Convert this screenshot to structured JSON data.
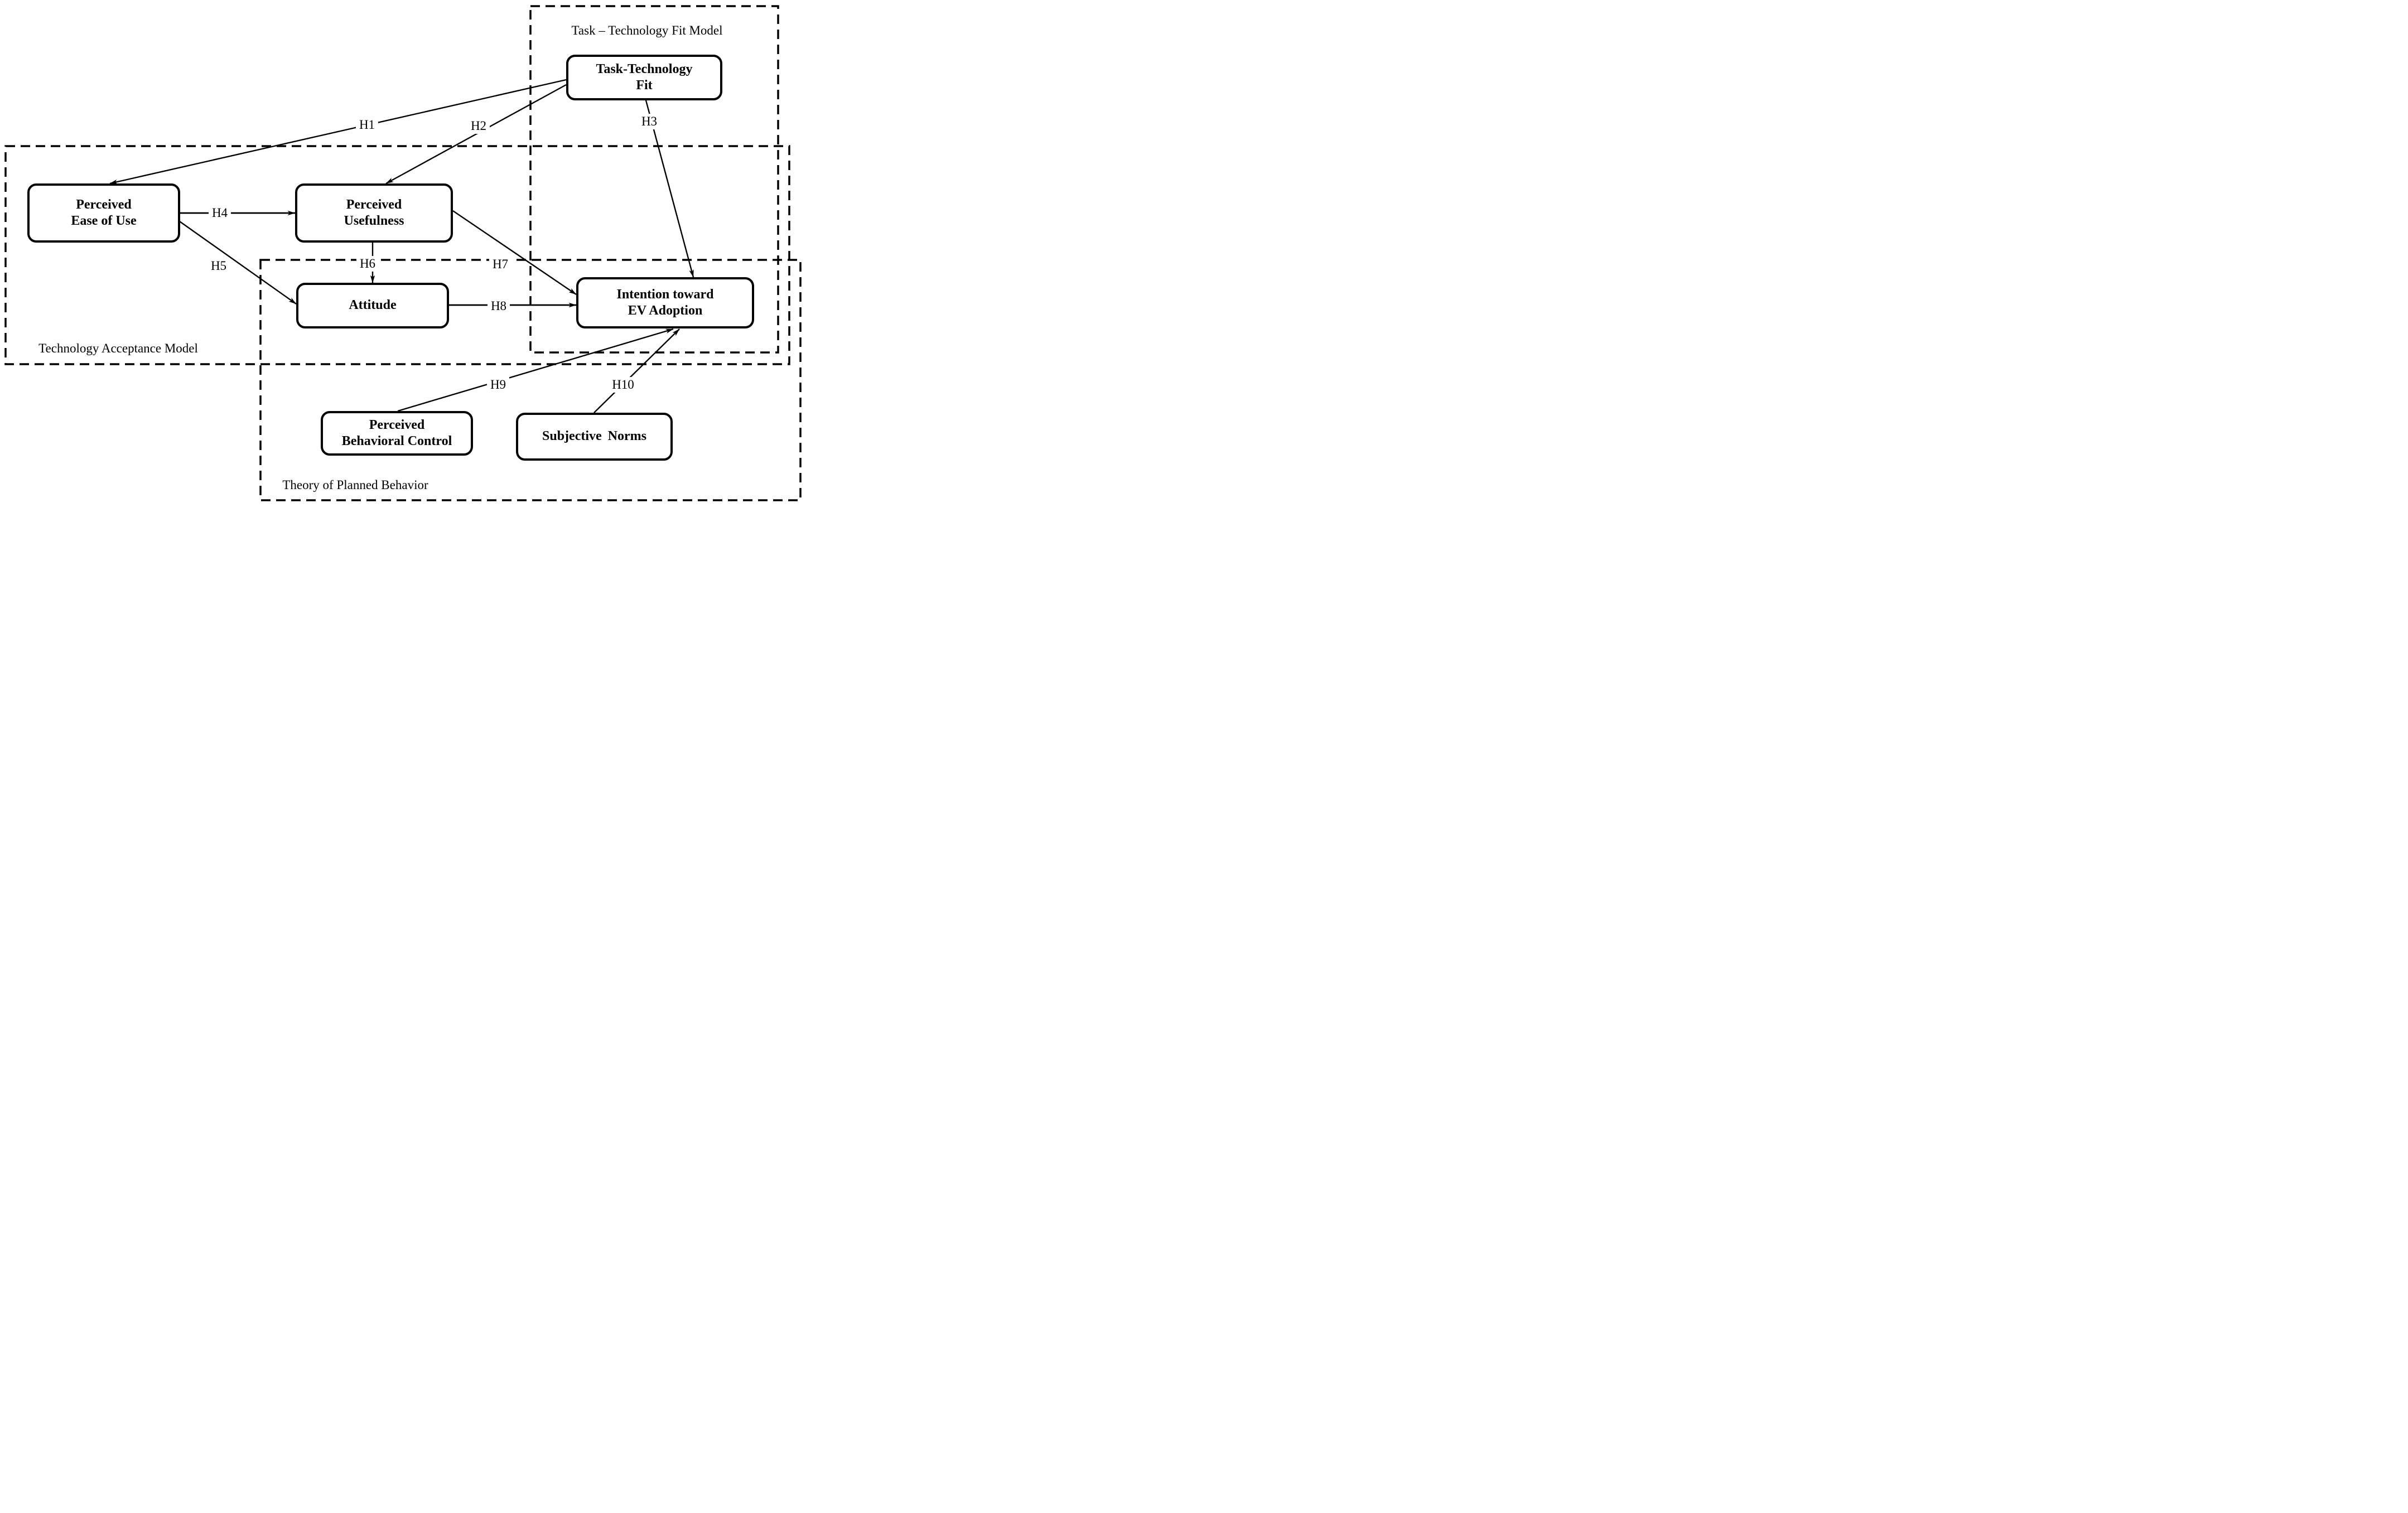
{
  "colors": {
    "line": "#000000",
    "background": "#ffffff"
  },
  "groups": {
    "ttf_model": {
      "label": "Task – Technology Fit Model"
    },
    "tam": {
      "label": "Technology Acceptance Model"
    },
    "tpb": {
      "label": "Theory of Planned Behavior"
    }
  },
  "nodes": {
    "ttf": {
      "lines": [
        "Task-Technology",
        "Fit"
      ]
    },
    "peou": {
      "lines": [
        "Perceived",
        "Ease of Use"
      ]
    },
    "pu": {
      "lines": [
        "Perceived",
        "Usefulness"
      ]
    },
    "attitude": {
      "lines": [
        "Attitude"
      ]
    },
    "intention": {
      "lines": [
        "Intention toward",
        "EV Adoption"
      ]
    },
    "pbc": {
      "lines": [
        "Perceived",
        "Behavioral Control"
      ]
    },
    "sn": {
      "lines": [
        "Subjective Norms"
      ]
    }
  },
  "hypotheses": {
    "h1": "H1",
    "h2": "H2",
    "h3": "H3",
    "h4": "H4",
    "h5": "H5",
    "h6": "H6",
    "h7": "H7",
    "h8": "H8",
    "h9": "H9",
    "h10": "H10"
  },
  "edges": [
    {
      "id": "H1",
      "from": "Task-Technology Fit",
      "to": "Perceived Ease of Use"
    },
    {
      "id": "H2",
      "from": "Task-Technology Fit",
      "to": "Perceived Usefulness"
    },
    {
      "id": "H3",
      "from": "Task-Technology Fit",
      "to": "Intention toward EV Adoption"
    },
    {
      "id": "H4",
      "from": "Perceived Ease of Use",
      "to": "Perceived Usefulness"
    },
    {
      "id": "H5",
      "from": "Perceived Ease of Use",
      "to": "Attitude"
    },
    {
      "id": "H6",
      "from": "Perceived Usefulness",
      "to": "Attitude"
    },
    {
      "id": "H7",
      "from": "Perceived Usefulness",
      "to": "Intention toward EV Adoption"
    },
    {
      "id": "H8",
      "from": "Attitude",
      "to": "Intention toward EV Adoption"
    },
    {
      "id": "H9",
      "from": "Perceived Behavioral Control",
      "to": "Intention toward EV Adoption"
    },
    {
      "id": "H10",
      "from": "Subjective Norms",
      "to": "Intention toward EV Adoption"
    }
  ]
}
